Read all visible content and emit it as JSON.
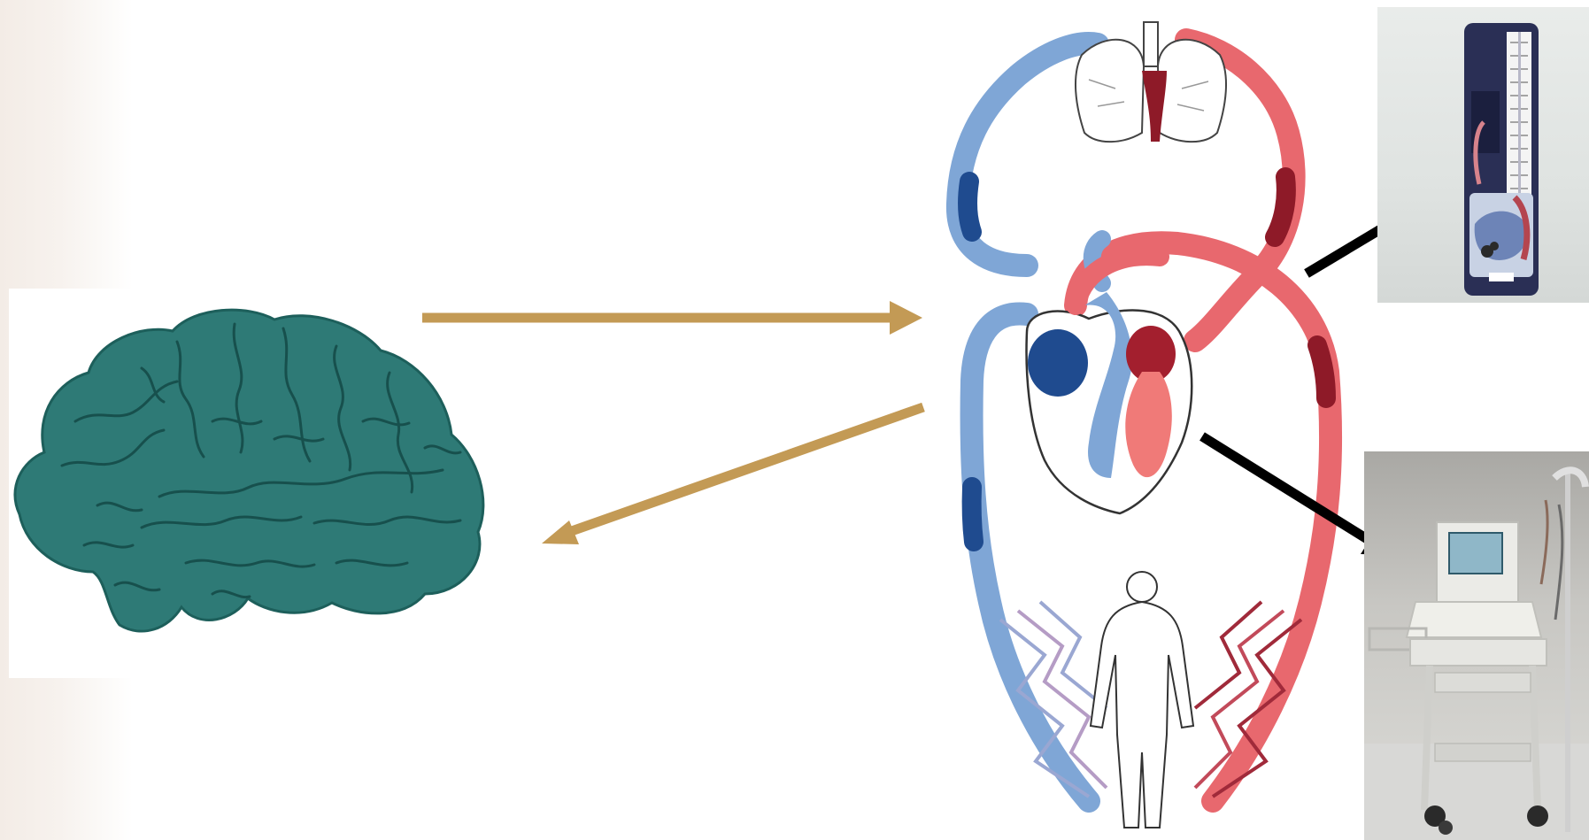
{
  "diagram": {
    "type": "illustration",
    "elements": {
      "brain": "brain-illustration",
      "circulation": "circulatory-system-diagram",
      "sphygmomanometer": "blood-pressure-monitor-photo",
      "ecg_machine": "ecg-machine-on-cart-photo"
    },
    "colors": {
      "brain_fill": "#2e7a76",
      "brain_line": "#17504d",
      "arrow_tan": "#c39a55",
      "arrow_black": "#000000",
      "artery_red": "#e8686e",
      "artery_dark": "#8e1a28",
      "vein_blue": "#7fa6d6",
      "vein_dark": "#1f4b8f"
    }
  }
}
